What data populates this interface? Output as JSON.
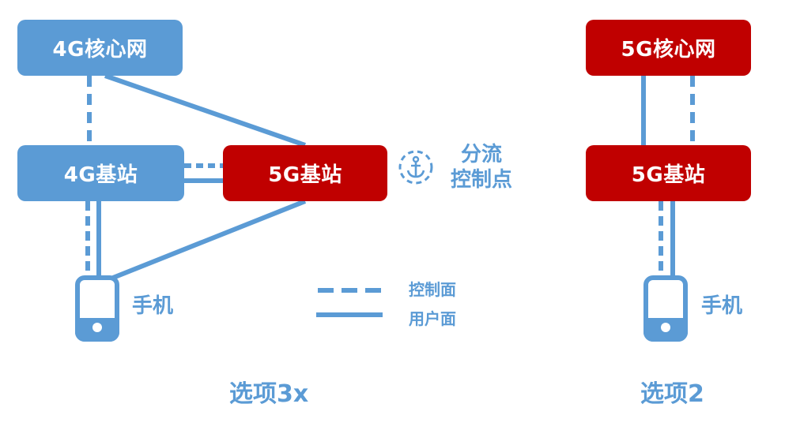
{
  "left": {
    "core": "4G核心网",
    "lte_station": "4G基站",
    "nr_station": "5G基站",
    "phone": "手机",
    "control_point": [
      "分流",
      "控制点"
    ],
    "caption": "选项3x"
  },
  "legend": {
    "control_plane": "控制面",
    "user_plane": "用户面"
  },
  "right": {
    "core": "5G核心网",
    "nr_station": "5G基站",
    "phone": "手机",
    "caption": "选项2"
  },
  "colors": {
    "blue": "#5b9bd5",
    "red": "#c00000"
  },
  "icons": {
    "phone": "phone-icon",
    "control_point": "anchor-icon"
  }
}
